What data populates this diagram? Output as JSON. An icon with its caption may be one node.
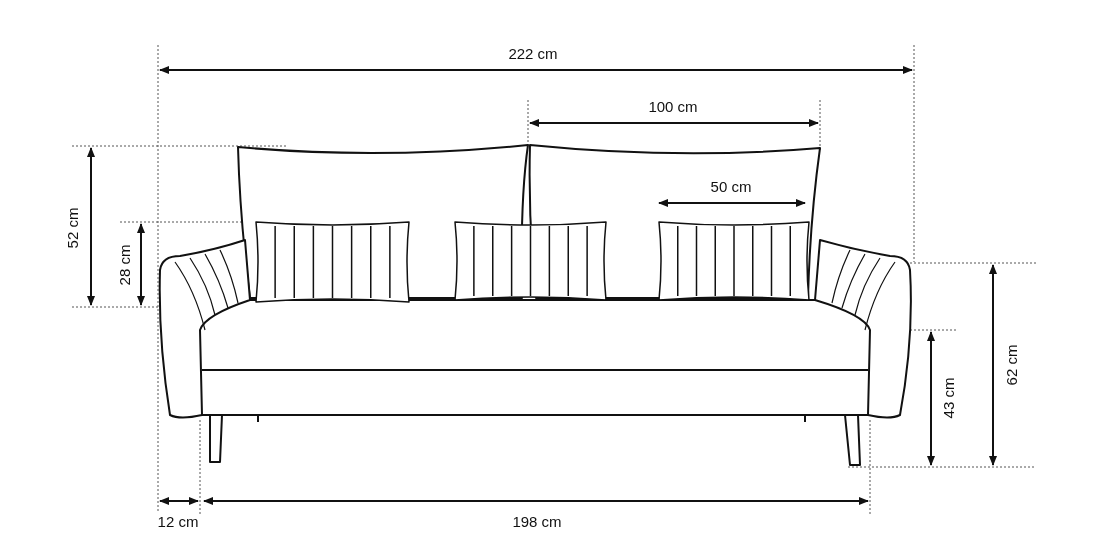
{
  "diagram": {
    "labels": [
      "222 cm",
      "100 cm",
      "50 cm",
      "52 cm",
      "28 cm",
      "62 cm",
      "43 cm",
      "12 cm",
      "198 cm"
    ]
  }
}
